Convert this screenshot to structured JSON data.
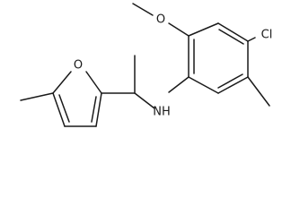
{
  "molecule": {
    "atom_labels": {
      "oxygen_methoxy": "O",
      "chlorine": "Cl",
      "nitrogen_amine": "NH",
      "oxygen_furan": "O"
    }
  }
}
